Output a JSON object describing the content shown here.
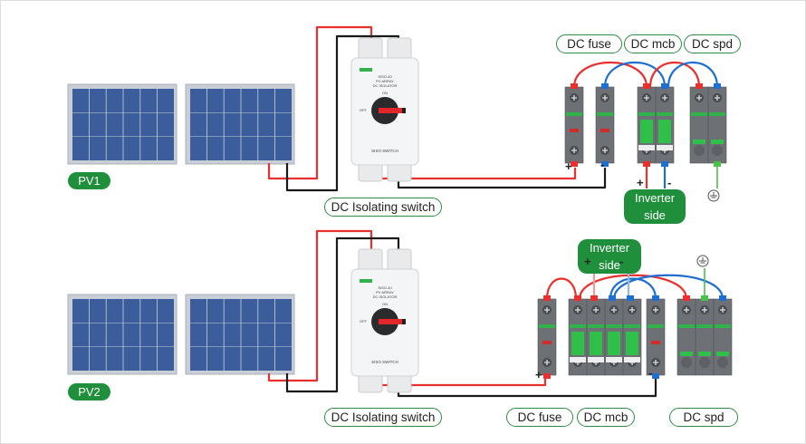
{
  "systems": [
    {
      "pv_label": "PV1",
      "isolator_label": "DC Isolating switch",
      "fuse_label": "DC fuse",
      "mcb_label": "DC mcb",
      "spd_label": "DC spd",
      "inverter_label": "Inverter side",
      "plus": "+",
      "minus": "-"
    },
    {
      "pv_label": "PV2",
      "isolator_label": "DC Isolating switch",
      "fuse_label": "DC fuse",
      "mcb_label": "DC mcb",
      "spd_label": "DC spd",
      "inverter_label": "Inverter side",
      "plus": "+",
      "minus": "-"
    }
  ],
  "isolator": {
    "model": "SISO-40",
    "line1": "PV ARRAY",
    "line2": "DC ISOLATOR",
    "on": "ON",
    "off": "OFF",
    "name": "SISO SWITCH"
  },
  "icons": {
    "earth": "earth-ground-icon"
  },
  "colors": {
    "badge_green": "#1f8f3c",
    "wire_red": "#e8312f",
    "wire_black": "#1a1a1a",
    "wire_blue": "#1e6fd0",
    "wire_earth": "#49c24a",
    "panel_cell": "#3b5d9c",
    "device_gray": "#6d7075"
  }
}
